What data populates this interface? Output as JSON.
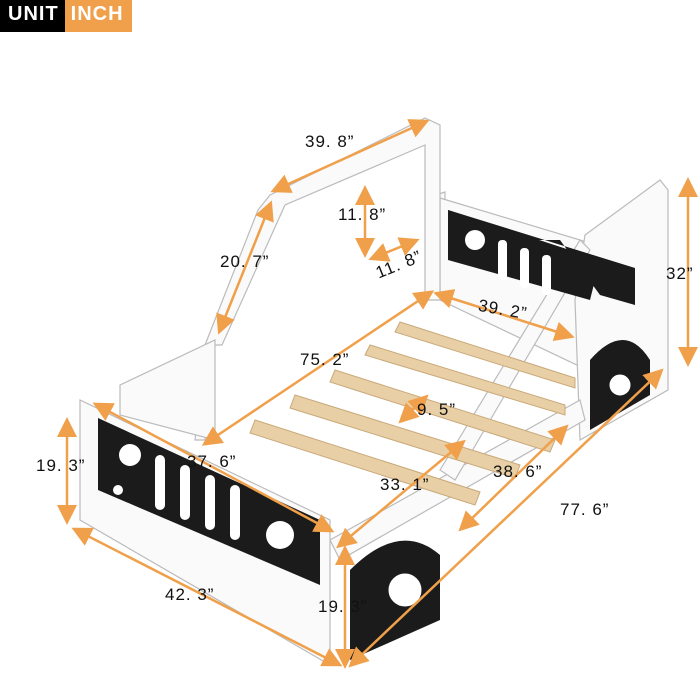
{
  "unit_badge": {
    "unit": "UNIT",
    "value": "INCH",
    "colors": {
      "unit_bg": "#000000",
      "value_bg": "#f0a04a"
    }
  },
  "arrow_color": "#f0a04a",
  "dimensions": {
    "headboard_top_width": "39. 8”",
    "window_height": "11. 8”",
    "window_width": "11. 8”",
    "windshield_height": "20. 7”",
    "total_height": "32”",
    "inner_width_back": "39. 2”",
    "inner_length": "75. 2”",
    "slat_gap": "9. 5”",
    "inner_width_front": "37. 6”",
    "footboard_height": "19. 3”",
    "side_rail_front": "33. 1”",
    "side_rail_rear": "38. 6”",
    "total_length": "77. 6”",
    "total_width": "42. 3”",
    "side_height": "19. 3”"
  }
}
